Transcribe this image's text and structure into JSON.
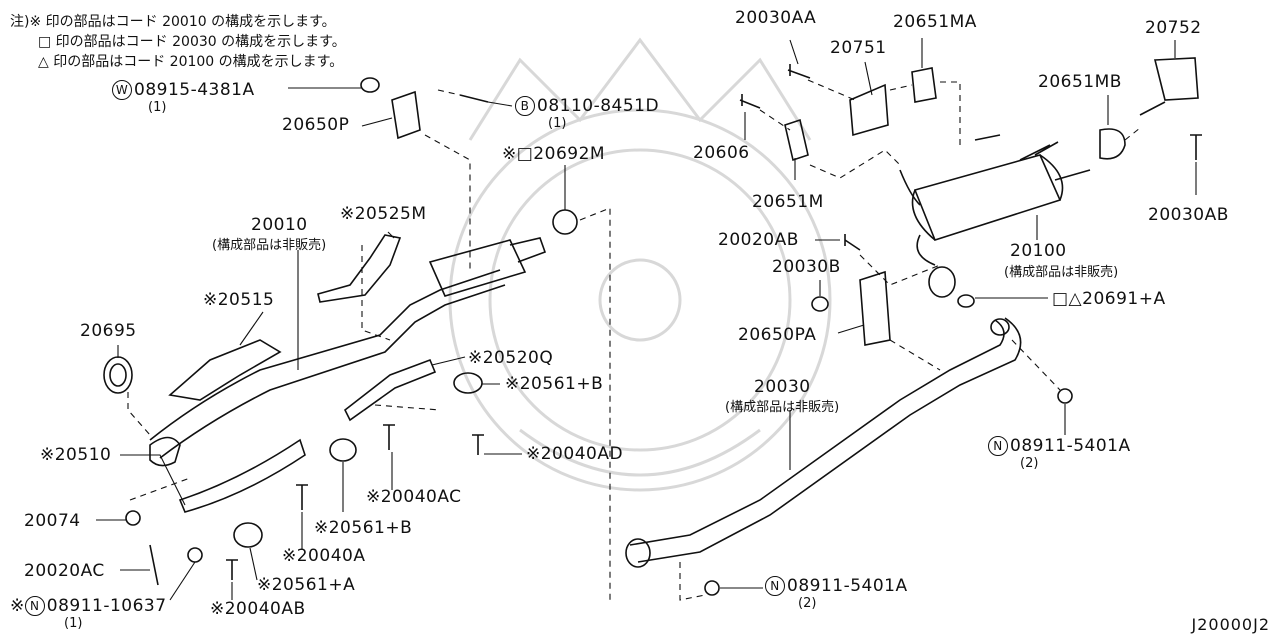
{
  "notes": {
    "line1": "注)※ 印の部品はコード 20010 の構成を示します。",
    "line2": "　　□ 印の部品はコード 20030 の構成を示します。",
    "line3": "　　△ 印の部品はコード 20100 の構成を示します。"
  },
  "labels": {
    "p20030AA": "20030AA",
    "p20651MA": "20651MA",
    "p20752": "20752",
    "p20751": "20751",
    "p20651MB": "20651MB",
    "p08915": "08915-4381A",
    "p08915_qty": "(1)",
    "p08915_mark": "W",
    "p08110": "08110-8451D",
    "p08110_qty": "(1)",
    "p08110_mark": "B",
    "p20650P": "20650P",
    "p20606": "20606",
    "p20651M": "20651M",
    "p20030AB": "20030AB",
    "p20692M": "※□20692M",
    "p20010": "20010",
    "p20010_note": "(構成部品は非販売)",
    "p20525M": "※20525M",
    "p20020AB": "20020AB",
    "p20100": "20100",
    "p20100_note": "(構成部品は非販売)",
    "p20030B": "20030B",
    "p20691A": "□△20691+A",
    "p20515": "※20515",
    "p20650PA": "20650PA",
    "p20695": "20695",
    "p20520Q": "※20520Q",
    "p20561B_1": "※20561+B",
    "p20030": "20030",
    "p20030_note": "(構成部品は非販売)",
    "p20040AD": "※20040AD",
    "p08911_5401A_1": "08911-5401A",
    "p08911_5401A_1_qty": "(2)",
    "p08911_5401A_1_mark": "N",
    "p20510": "※20510",
    "p20040AC": "※20040AC",
    "p20074": "20074",
    "p20561B_2": "※20561+B",
    "p20040A": "※20040A",
    "p20020AC": "20020AC",
    "p20561A": "※20561+A",
    "p08911_10637_prefix": "※",
    "p08911_10637": "08911-10637",
    "p08911_10637_qty": "(1)",
    "p08911_10637_mark": "N",
    "p20040AB": "※20040AB",
    "p08911_5401A_2": "08911-5401A",
    "p08911_5401A_2_qty": "(2)",
    "p08911_5401A_2_mark": "N"
  },
  "diagram_code": "J20000J2"
}
